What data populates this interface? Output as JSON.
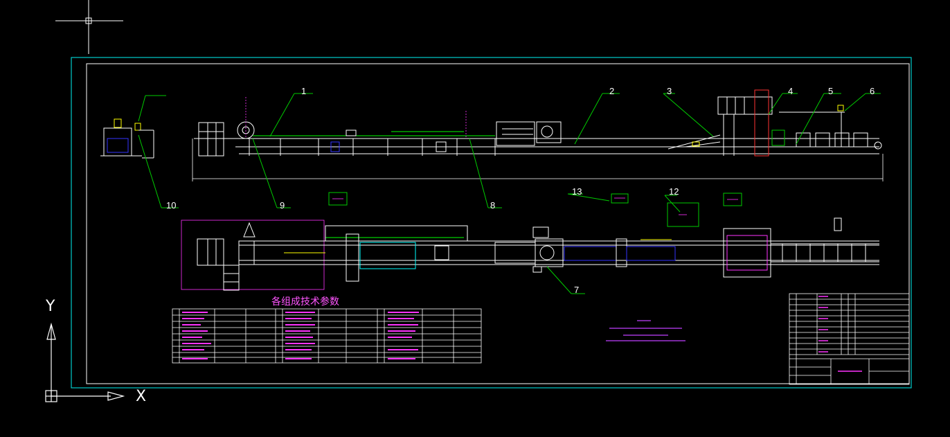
{
  "drawing": {
    "section_title": "各组成技术参数",
    "callouts": [
      "1",
      "2",
      "3",
      "4",
      "5",
      "6",
      "7",
      "8",
      "9",
      "10",
      "12",
      "13"
    ],
    "axis_labels": {
      "y": "Y",
      "x": "X"
    },
    "colors": {
      "background": "#000000",
      "outer_frame": "#00cccc",
      "inner_frame": "#ffffff",
      "machine_lines": "#ffffff",
      "annotation": "#ff33ff",
      "leader": "#00cc00",
      "accent_yellow": "#ffff00",
      "accent_cyan": "#00ffff",
      "accent_blue": "#3333ff"
    }
  }
}
